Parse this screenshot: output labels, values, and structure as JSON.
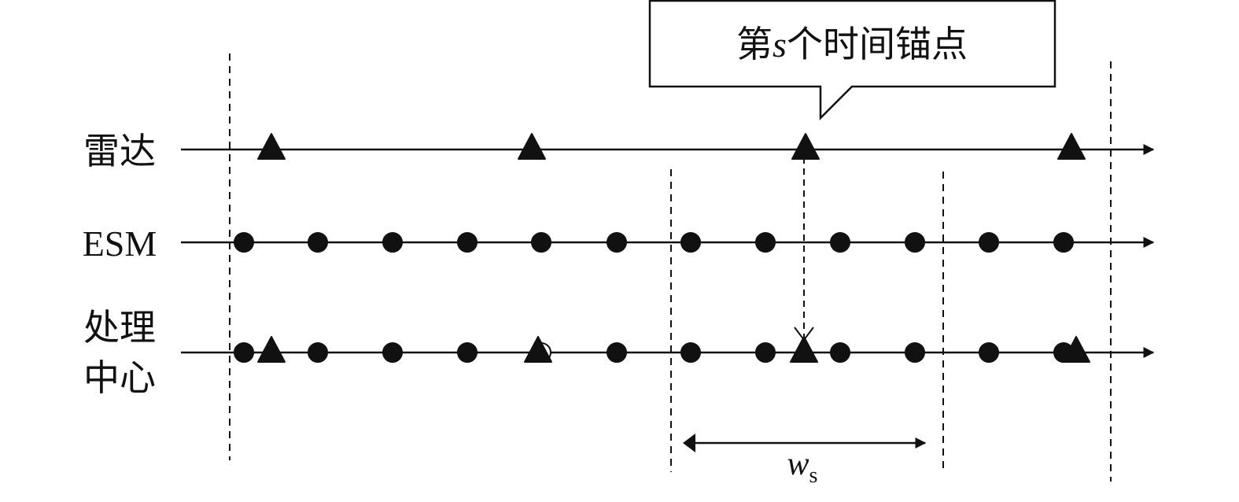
{
  "rows": [
    {
      "label_lines": [
        "雷达"
      ]
    },
    {
      "label_lines": [
        "ESM"
      ]
    },
    {
      "label_lines": [
        "处理",
        "中心"
      ]
    }
  ],
  "callout": {
    "prefix": "第",
    "var": "s",
    "suffix": "个时间锚点"
  },
  "window_label": {
    "var": "w",
    "sub": "s"
  },
  "marks": {
    "radar_triangles": [
      1,
      2,
      3,
      4
    ],
    "esm_dots": [
      1,
      2,
      3,
      4,
      5,
      6,
      7,
      8,
      9,
      10,
      11,
      12
    ],
    "center": {
      "dots": [
        1,
        2,
        3,
        4,
        5,
        6,
        7,
        8,
        9,
        10,
        11,
        12
      ],
      "triangles": [
        1,
        2,
        3,
        4
      ]
    }
  },
  "colors": {
    "ink": "#111111"
  }
}
